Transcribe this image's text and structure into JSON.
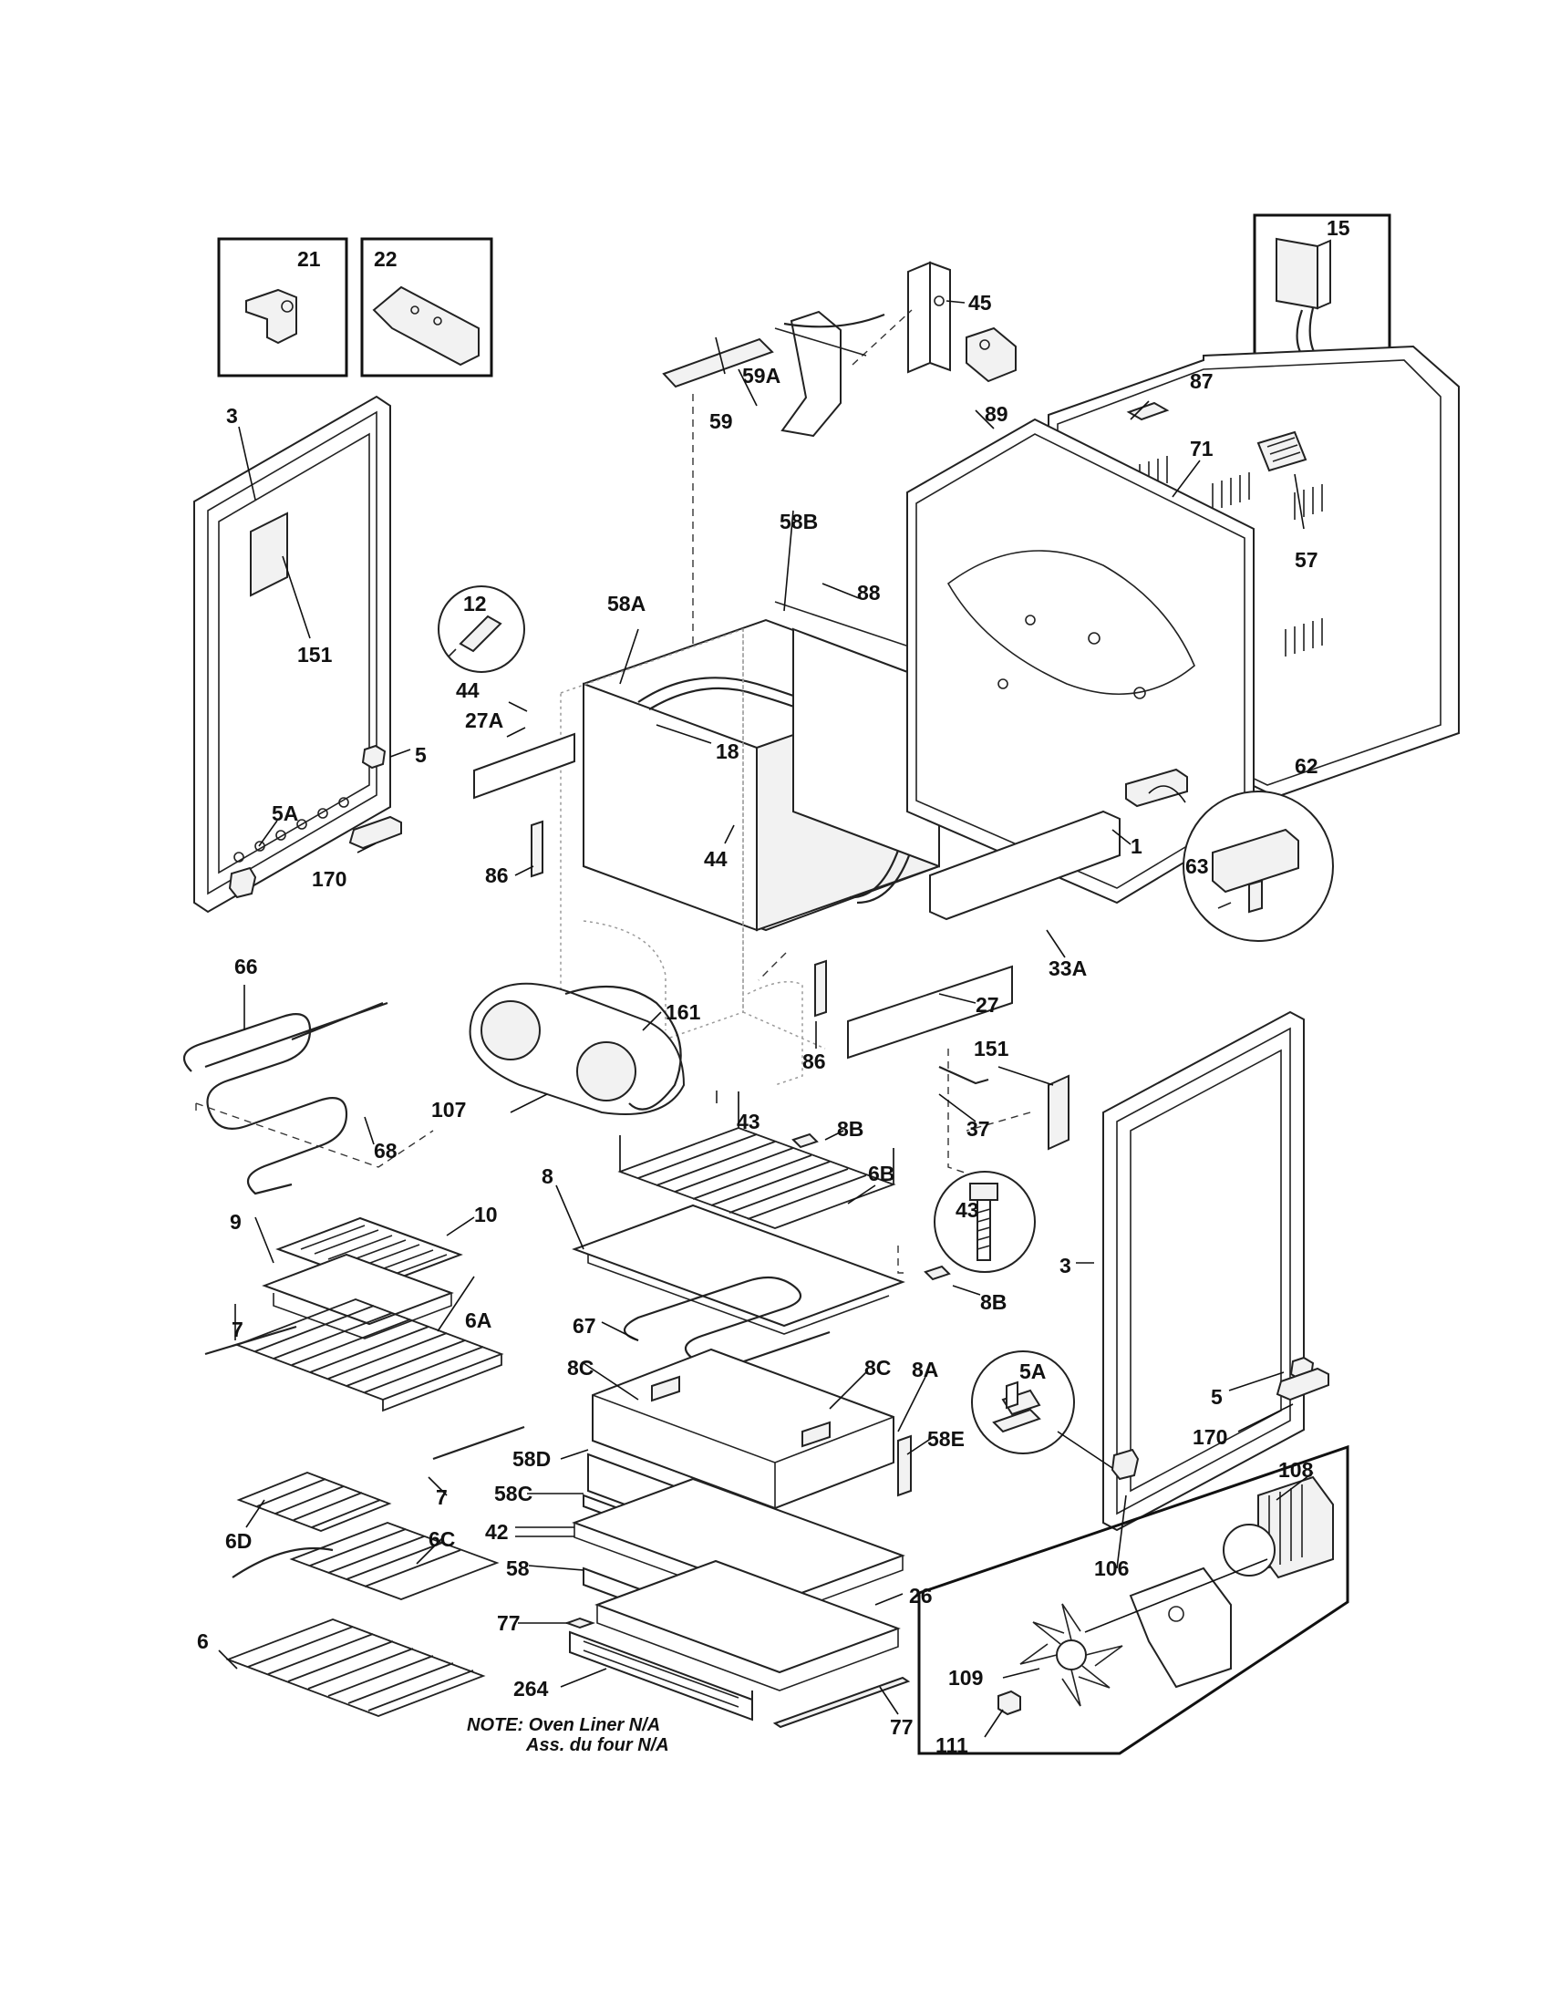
{
  "labels": [
    {
      "id": "21",
      "text": "21"
    },
    {
      "id": "22",
      "text": "22"
    },
    {
      "id": "15",
      "text": "15"
    },
    {
      "id": "45",
      "text": "45"
    },
    {
      "id": "59A",
      "text": "59A"
    },
    {
      "id": "87",
      "text": "87"
    },
    {
      "id": "89",
      "text": "89"
    },
    {
      "id": "71",
      "text": "71"
    },
    {
      "id": "3-left",
      "text": "3"
    },
    {
      "id": "59",
      "text": "59"
    },
    {
      "id": "58B",
      "text": "58B"
    },
    {
      "id": "57",
      "text": "57"
    },
    {
      "id": "88",
      "text": "88"
    },
    {
      "id": "12",
      "text": "12"
    },
    {
      "id": "58A",
      "text": "58A"
    },
    {
      "id": "151-left",
      "text": "151"
    },
    {
      "id": "44-top",
      "text": "44"
    },
    {
      "id": "27A",
      "text": "27A"
    },
    {
      "id": "18",
      "text": "18"
    },
    {
      "id": "5-left",
      "text": "5"
    },
    {
      "id": "62",
      "text": "62"
    },
    {
      "id": "5A-left",
      "text": "5A"
    },
    {
      "id": "1",
      "text": "1"
    },
    {
      "id": "63",
      "text": "63"
    },
    {
      "id": "170-left",
      "text": "170"
    },
    {
      "id": "86-left",
      "text": "86"
    },
    {
      "id": "44-bottom",
      "text": "44"
    },
    {
      "id": "33A",
      "text": "33A"
    },
    {
      "id": "66",
      "text": "66"
    },
    {
      "id": "27",
      "text": "27"
    },
    {
      "id": "161",
      "text": "161"
    },
    {
      "id": "151-right",
      "text": "151"
    },
    {
      "id": "86-right",
      "text": "86"
    },
    {
      "id": "107",
      "text": "107"
    },
    {
      "id": "43-small",
      "text": "43"
    },
    {
      "id": "37",
      "text": "37"
    },
    {
      "id": "8B-top",
      "text": "8B"
    },
    {
      "id": "68",
      "text": "68"
    },
    {
      "id": "6B",
      "text": "6B"
    },
    {
      "id": "8",
      "text": "8"
    },
    {
      "id": "43-big",
      "text": "43"
    },
    {
      "id": "10",
      "text": "10"
    },
    {
      "id": "9",
      "text": "9"
    },
    {
      "id": "3-right",
      "text": "3"
    },
    {
      "id": "8B-bottom",
      "text": "8B"
    },
    {
      "id": "6A",
      "text": "6A"
    },
    {
      "id": "7-top",
      "text": "7"
    },
    {
      "id": "67",
      "text": "67"
    },
    {
      "id": "8C-left",
      "text": "8C"
    },
    {
      "id": "8C-right",
      "text": "8C"
    },
    {
      "id": "8A",
      "text": "8A"
    },
    {
      "id": "5A-right",
      "text": "5A"
    },
    {
      "id": "5-right",
      "text": "5"
    },
    {
      "id": "58E",
      "text": "58E"
    },
    {
      "id": "170-right",
      "text": "170"
    },
    {
      "id": "58D",
      "text": "58D"
    },
    {
      "id": "108",
      "text": "108"
    },
    {
      "id": "7-bottom",
      "text": "7"
    },
    {
      "id": "58C",
      "text": "58C"
    },
    {
      "id": "6D",
      "text": "6D"
    },
    {
      "id": "6C",
      "text": "6C"
    },
    {
      "id": "42",
      "text": "42"
    },
    {
      "id": "106",
      "text": "106"
    },
    {
      "id": "58",
      "text": "58"
    },
    {
      "id": "26",
      "text": "26"
    },
    {
      "id": "77-left",
      "text": "77"
    },
    {
      "id": "6",
      "text": "6"
    },
    {
      "id": "109",
      "text": "109"
    },
    {
      "id": "264",
      "text": "264"
    },
    {
      "id": "77-right",
      "text": "77"
    },
    {
      "id": "111",
      "text": "111"
    }
  ],
  "note": {
    "line1": "NOTE: Oven Liner N/A",
    "line2": "Ass. du four N/A"
  }
}
